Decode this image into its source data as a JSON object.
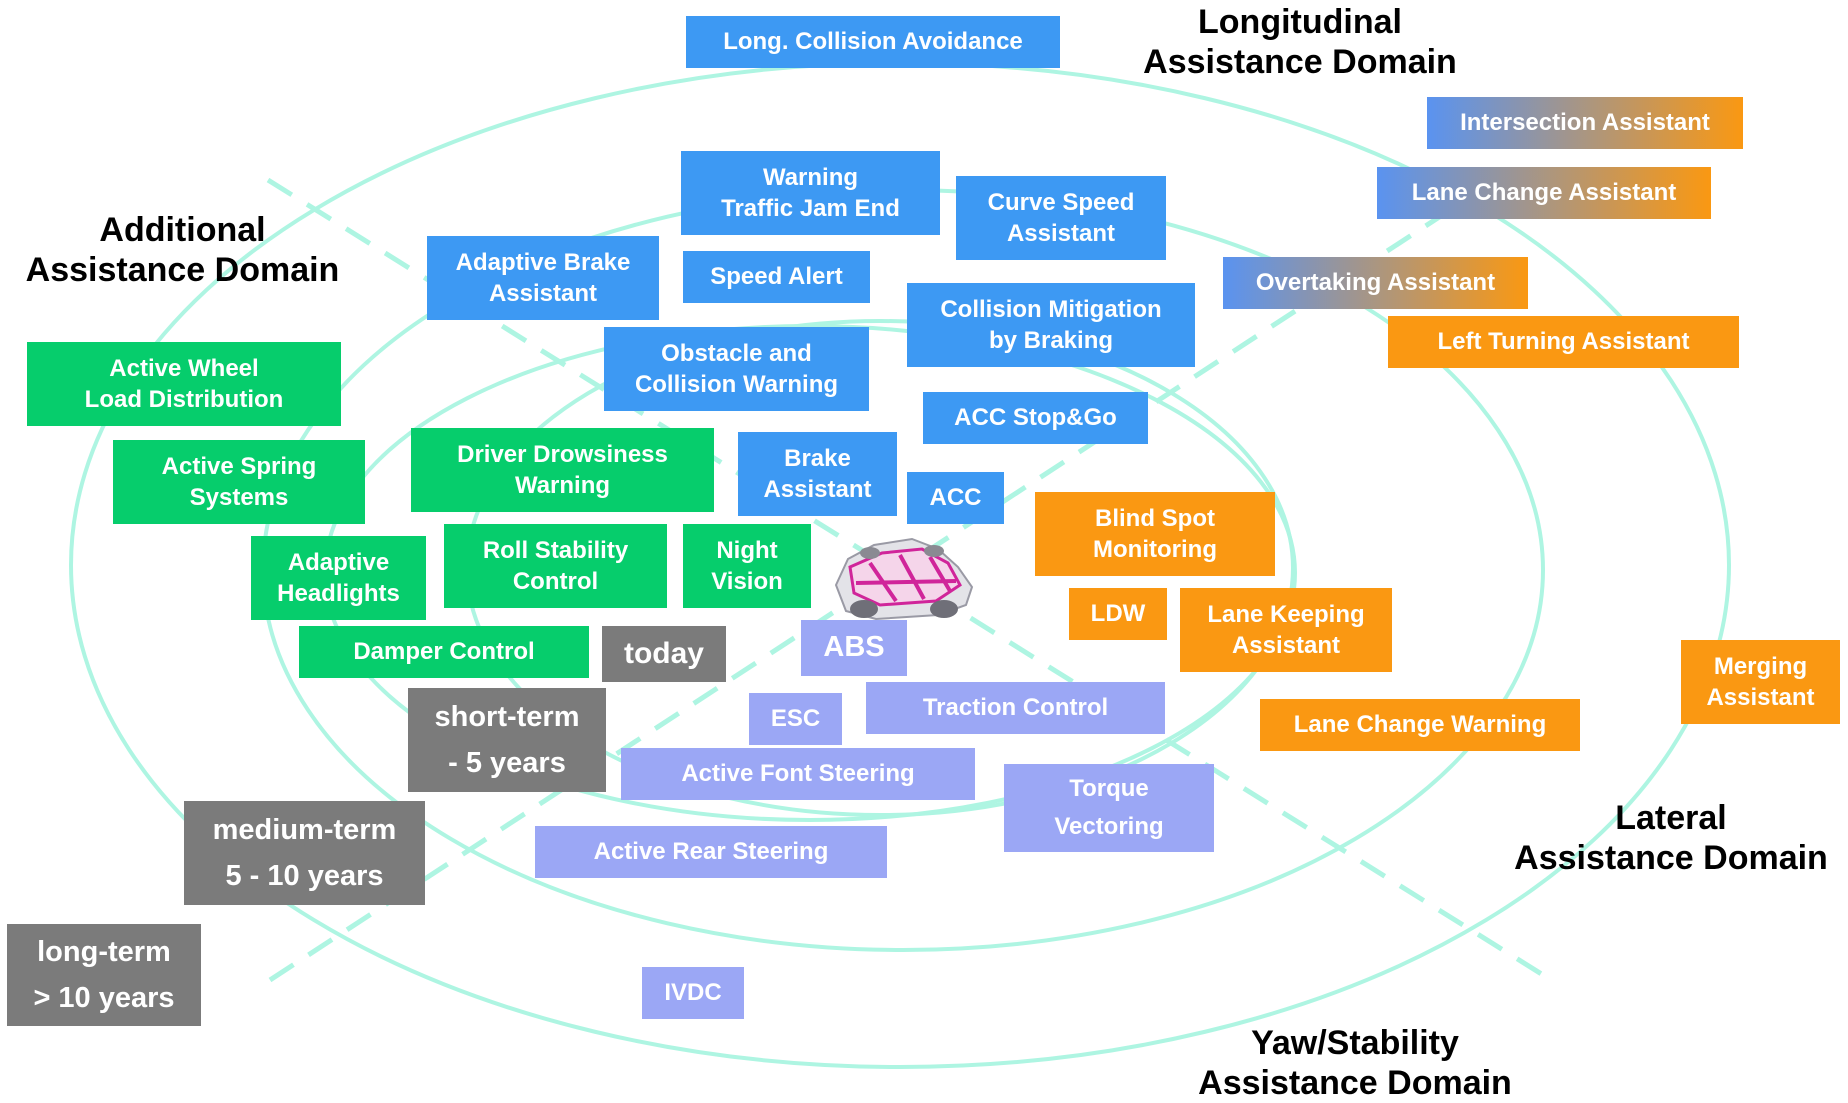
{
  "domains": {
    "longitudinal": "Longitudinal\nAssistance Domain",
    "additional": "Additional\nAssistance Domain",
    "lateral": "Lateral\nAssistance Domain",
    "yaw": "Yaw/Stability\nAssistance Domain"
  },
  "horizons": {
    "today": "today",
    "short_term": "short-term\n- 5 years",
    "medium_term": "medium-term\n5 - 10 years",
    "long_term": "long-term\n> 10 years"
  },
  "longitudinal": {
    "long_collision_avoidance": "Long. Collision Avoidance",
    "warning_traffic_jam_end": "Warning\nTraffic Jam End",
    "curve_speed_assistant": "Curve Speed\nAssistant",
    "adaptive_brake_assistant": "Adaptive Brake\nAssistant",
    "speed_alert": "Speed Alert",
    "collision_mitigation": "Collision Mitigation\nby Braking",
    "obstacle_collision_warning": "Obstacle and\nCollision Warning",
    "acc_stop_go": "ACC Stop&Go",
    "brake_assistant": "Brake\nAssistant",
    "acc": "ACC"
  },
  "transition": {
    "intersection_assistant": "Intersection Assistant",
    "lane_change_assistant": "Lane Change Assistant",
    "overtaking_assistant": "Overtaking Assistant"
  },
  "lateral": {
    "left_turning_assistant": "Left Turning Assistant",
    "blind_spot_monitoring": "Blind Spot\nMonitoring",
    "ldw": "LDW",
    "lane_keeping_assistant": "Lane Keeping\nAssistant",
    "merging_assistant": "Merging\nAssistant",
    "lane_change_warning": "Lane Change Warning"
  },
  "additional": {
    "active_wheel_load": "Active Wheel\nLoad Distribution",
    "active_spring_systems": "Active Spring\nSystems",
    "driver_drowsiness_warning": "Driver Drowsiness\nWarning",
    "adaptive_headlights": "Adaptive\nHeadlights",
    "roll_stability_control": "Roll Stability\nControl",
    "night_vision": "Night\nVision",
    "damper_control": "Damper Control"
  },
  "yaw": {
    "abs": "ABS",
    "esc": "ESC",
    "traction_control": "Traction Control",
    "active_front_steering": "Active Font Steering",
    "torque_vectoring": "Torque\nVectoring",
    "active_rear_steering": "Active Rear Steering",
    "ivdc": "IVDC"
  },
  "colors": {
    "longitudinal": "#3d99f3",
    "lateral": "#fa9812",
    "additional": "#06cd6c",
    "yaw": "#9ba7f5",
    "horizon": "#7b7b7b",
    "rings": "#aef5e2"
  }
}
